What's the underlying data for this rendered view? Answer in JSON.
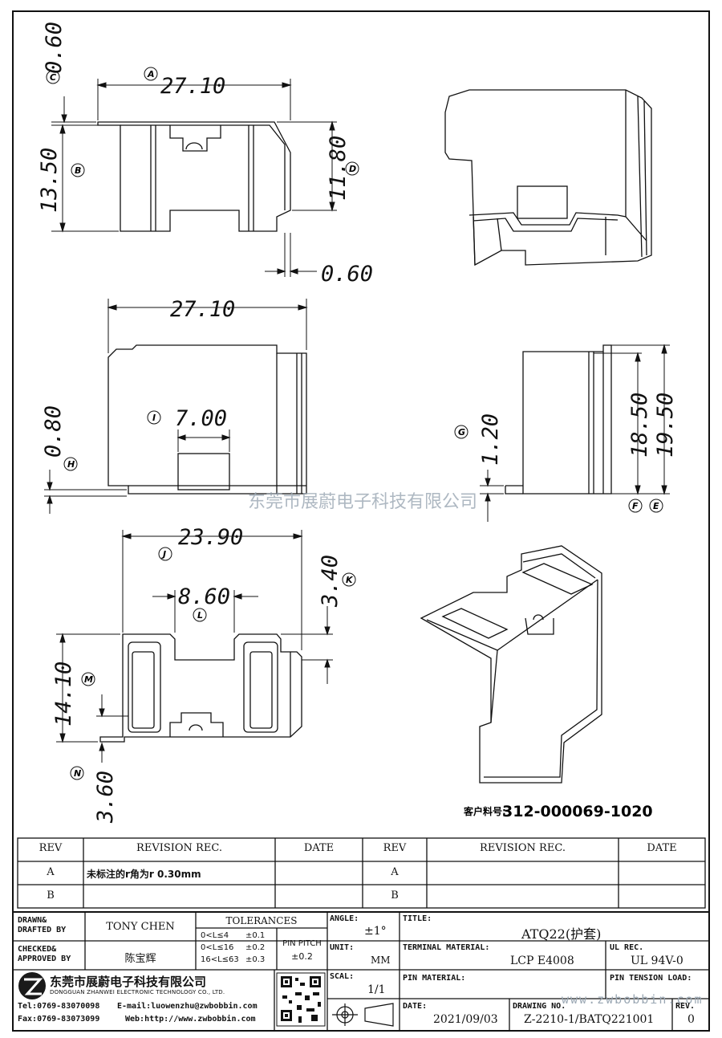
{
  "drawing": {
    "dims": {
      "top_width": "27.10",
      "top_left_h": "0.60",
      "top_height": "13.50",
      "top_right_h": "11.80",
      "top_bottom_w": "0.60",
      "mid_width": "27.10",
      "mid_slot_w": "7.00",
      "mid_left_h": "0.80",
      "side_h1": "1.20",
      "side_h2": "18.50",
      "side_h3": "19.50",
      "bot_width": "23.90",
      "bot_slot_w": "8.60",
      "bot_right_h": "3.40",
      "bot_left_h": "14.10",
      "bot_tab_h": "3.60"
    },
    "markers": {
      "A": "A",
      "B": "B",
      "C": "C",
      "D": "D",
      "E": "E",
      "F": "F",
      "G": "G",
      "H": "H",
      "I": "I",
      "J": "J",
      "K": "K",
      "L": "L",
      "M": "M",
      "N": "N"
    },
    "watermark": "东莞市展蔚电子科技有限公司",
    "part_number_label": "客户料号:",
    "part_number": "312-000069-1020"
  },
  "revision_table": {
    "headers": {
      "rev": "REV",
      "revision_rec": "REVISION REC.",
      "date": "DATE"
    },
    "left": [
      {
        "rev": "A",
        "rec": "未标注的r角为r 0.30mm",
        "date": ""
      },
      {
        "rev": "B",
        "rec": "",
        "date": ""
      }
    ],
    "right": [
      {
        "rev": "A",
        "rec": "",
        "date": ""
      },
      {
        "rev": "B",
        "rec": "",
        "date": ""
      }
    ]
  },
  "title_block": {
    "drawn_label": "DRAWN&\nDRAFTED BY",
    "drawn_by": "TONY CHEN",
    "checked_label": "CHECKED&\nAPPROVED BY",
    "checked_by": "陈宝辉",
    "tolerances_label": "TOLERANCES",
    "tol_rows": [
      {
        "range": "0<L≤4",
        "tol": "±0.1"
      },
      {
        "range": "0<L≤16",
        "tol": "±0.2"
      },
      {
        "range": "16<L≤63",
        "tol": "±0.3"
      }
    ],
    "pin_pitch_label": "PIN PITCH",
    "pin_pitch": "±0.2",
    "angle_label": "ANGLE:",
    "angle": "±1°",
    "unit_label": "UNIT:",
    "unit": "MM",
    "scale_label": "SCAL:",
    "scale": "1/1",
    "title_label": "TITLE:",
    "title": "ATQ22(护套)",
    "terminal_label": "TERMINAL MATERIAL:",
    "terminal": "LCP E4008",
    "ul_label": "UL REC.",
    "ul": "UL 94V-0",
    "pin_material_label": "PIN MATERIAL:",
    "pin_material": "",
    "pin_tension_label": "PIN TENSION LOAD:",
    "pin_tension": "",
    "date_label": "DATE:",
    "date": "2021/09/03",
    "drawing_no_label": "DRAWING NO.",
    "drawing_no": "Z-2210-1/BATQ221001",
    "rev_label": "REV.",
    "rev": "0",
    "watermark_url": "www.zwbobbin.com",
    "company_cn": "东莞市展蔚电子科技有限公司",
    "company_en": "DONGGUAN ZHANWEI ELECTRONIC TECHNOLOGY CO., LTD.",
    "tel": "Tel:0769-83070098",
    "email": "E-mail:luowenzhu@zwbobbin.com",
    "fax": "Fax:0769-83073099",
    "web": "Web:http://www.zwbobbin.com",
    "colors": {
      "logo": "#1a1a1a",
      "watermark": "#9aa7b3"
    }
  }
}
